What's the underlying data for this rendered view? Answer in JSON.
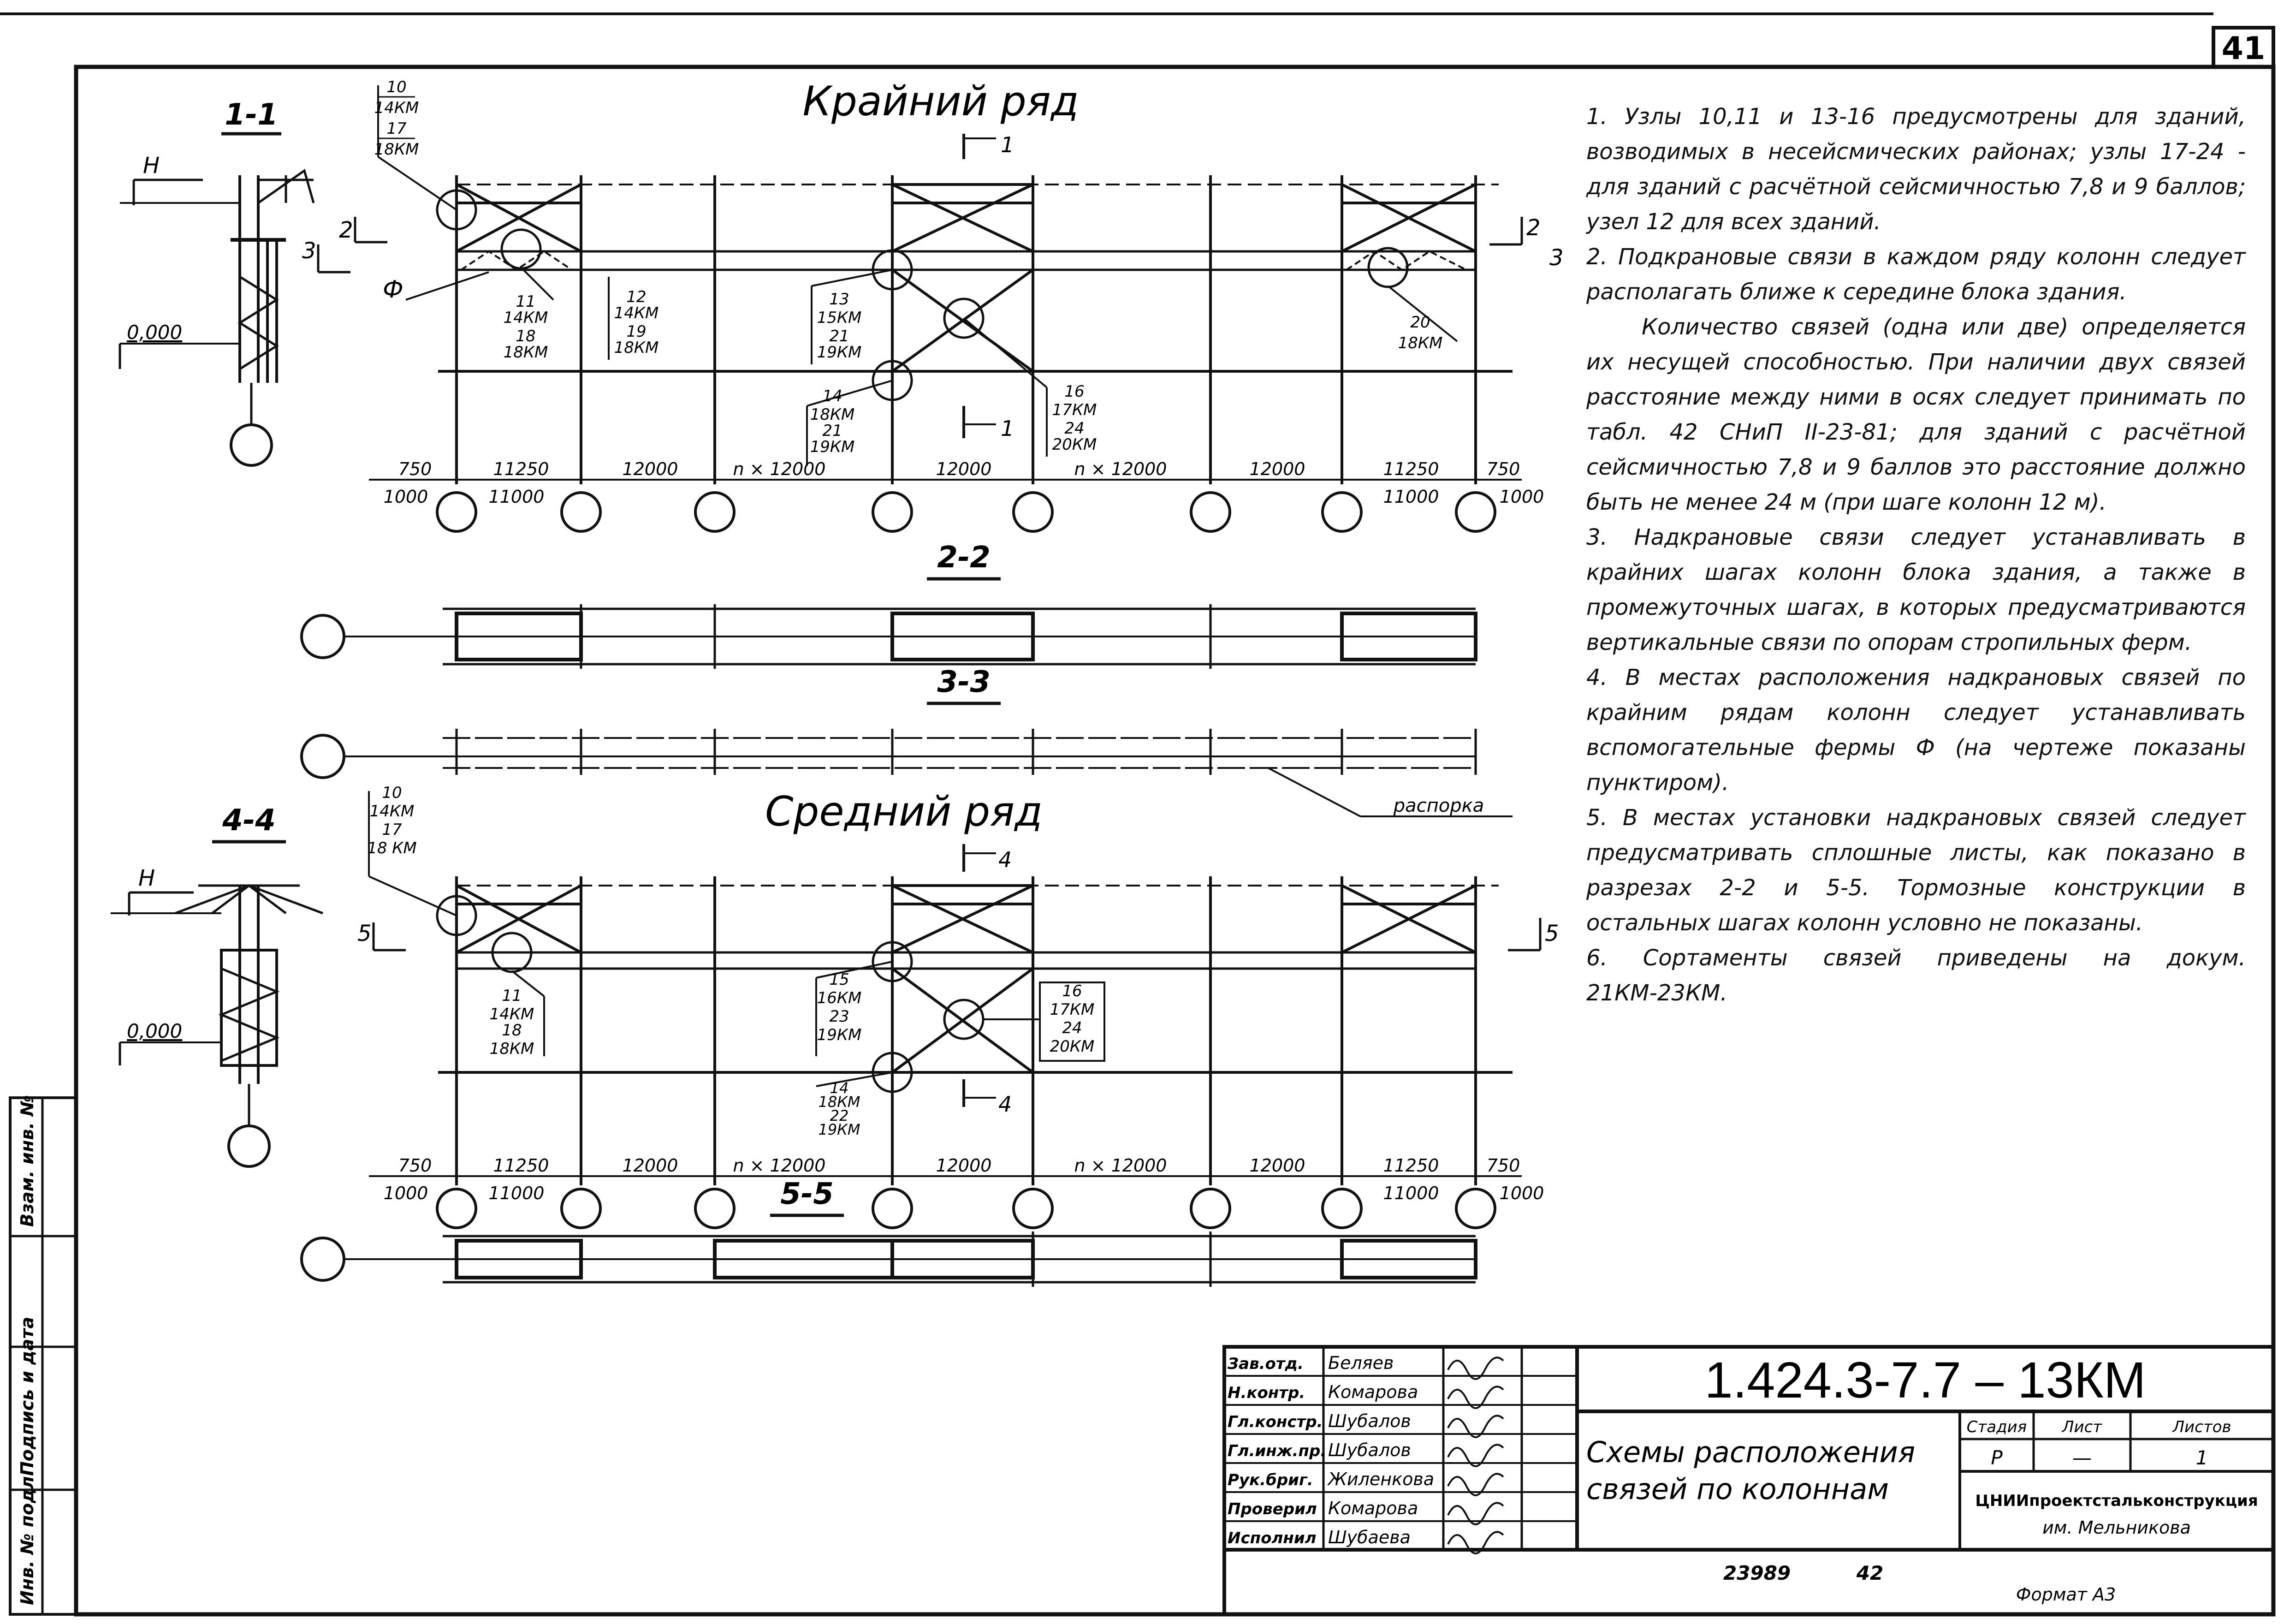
{
  "sheet_number": "41",
  "sections": {
    "s11": "1-1",
    "s22": "2-2",
    "s33": "3-3",
    "s44": "4-4",
    "s55": "5-5"
  },
  "rows": {
    "outer_title": "Крайний ряд",
    "middle_title": "Средний ряд"
  },
  "labels": {
    "H": "H",
    "zero1": "0,000",
    "zero2": "0,000",
    "phi": "Ф",
    "spacer": "распорка",
    "cut1": "1",
    "cut4": "4",
    "cut2": "2",
    "cut3": "3",
    "cut5": "5"
  },
  "outer_nodes": {
    "n10": [
      "10",
      "14КМ",
      "17",
      "18КМ"
    ],
    "n11": [
      "11",
      "14КМ",
      "18",
      "18КМ"
    ],
    "n12": [
      "12",
      "14КМ",
      "19",
      "18КМ"
    ],
    "n13": [
      "13",
      "15КМ",
      "21",
      "19КМ"
    ],
    "n14": [
      "14",
      "18КМ",
      "21",
      "19КМ"
    ],
    "n16": [
      "16",
      "17КМ",
      "24",
      "20КМ"
    ],
    "n20": [
      "20",
      "18КМ"
    ]
  },
  "middle_nodes": {
    "n10": [
      "10",
      "14КМ",
      "17",
      "18 КМ"
    ],
    "n11": [
      "11",
      "14КМ",
      "18",
      "18КМ"
    ],
    "n15": [
      "15",
      "16КМ",
      "23",
      "19КМ"
    ],
    "n14": [
      "14",
      "18КМ",
      "22",
      "19КМ"
    ],
    "n16": [
      "16",
      "17КМ",
      "24",
      "20КМ"
    ]
  },
  "dimensions_outer": [
    "750",
    "11250",
    "12000",
    "n × 12000",
    "12000",
    "n × 12000",
    "12000",
    "11250",
    "750"
  ],
  "dimensions_outer_low": [
    "1000",
    "11000",
    "11000",
    "1000"
  ],
  "dimensions_middle": [
    "750",
    "11250",
    "12000",
    "n × 12000",
    "12000",
    "n × 12000",
    "12000",
    "11250",
    "750"
  ],
  "dimensions_middle_low": [
    "1000",
    "11000",
    "11000",
    "1000"
  ],
  "notes": [
    "1. Узлы 10,11 и 13-16 предусмотрены для зданий, возводимых в несейсмических районах; узлы 17-24 - для зданий с расчётной сейсмичностью 7,8 и 9 баллов; узел 12 для всех зданий.",
    "2. Подкрановые связи в каждом ряду колонн следует располагать ближе к середине блока здания.",
    "Количество связей (одна или две) определяется их несущей способностью. При наличии двух связей расстояние между ними в осях следует принимать по табл. 42 СНиП II-23-81; для зданий с расчётной сейсмичностью 7,8 и 9 баллов это расстояние должно быть не менее 24 м (при шаге колонн 12 м).",
    "3. Надкрановые связи следует устанавливать в крайних шагах колонн блока здания, а также в промежуточных шагах, в которых предусматриваются вертикальные связи по опорам стропильных ферм.",
    "4. В местах расположения надкрановых связей по крайним рядам колонн следует устанавливать вспомогательные фермы Ф (на чертеже показаны пунктиром).",
    "5. В местах установки надкрановых связей следует предусматривать сплошные листы, как показано в разрезах 2-2 и 5-5. Тормозные конструкции в остальных шагах колонн условно не показаны.",
    "6. Сортаменты связей приведены на докум. 21КМ-23КМ."
  ],
  "stamp": {
    "code": "1.424.3-7.7 – 13КМ",
    "title_line1": "Схемы расположения",
    "title_line2": "связей по колоннам",
    "roles": [
      "Зав.отд.",
      "Н.контр.",
      "Гл.констр.",
      "Гл.инж.пр.",
      "Рук.бриг.",
      "Проверил",
      "Исполнил"
    ],
    "names": [
      "Беляев",
      "Комарова",
      "Шубалов",
      "Шубалов",
      "Жиленкова",
      "Комарова",
      "Шубаева"
    ],
    "stage_label": "Стадия",
    "sheet_label": "Лист",
    "sheets_label": "Листов",
    "stage": "Р",
    "sheet": "—",
    "sheets": "1",
    "org_line1": "ЦНИИпроектстальконструкция",
    "org_line2": "им. Мельникова",
    "inventory": "23989",
    "page": "42",
    "format": "Формат А3"
  },
  "side_stamp": [
    "Инв. № подл.",
    "Подпись и дата",
    "Взам. инв. №"
  ]
}
